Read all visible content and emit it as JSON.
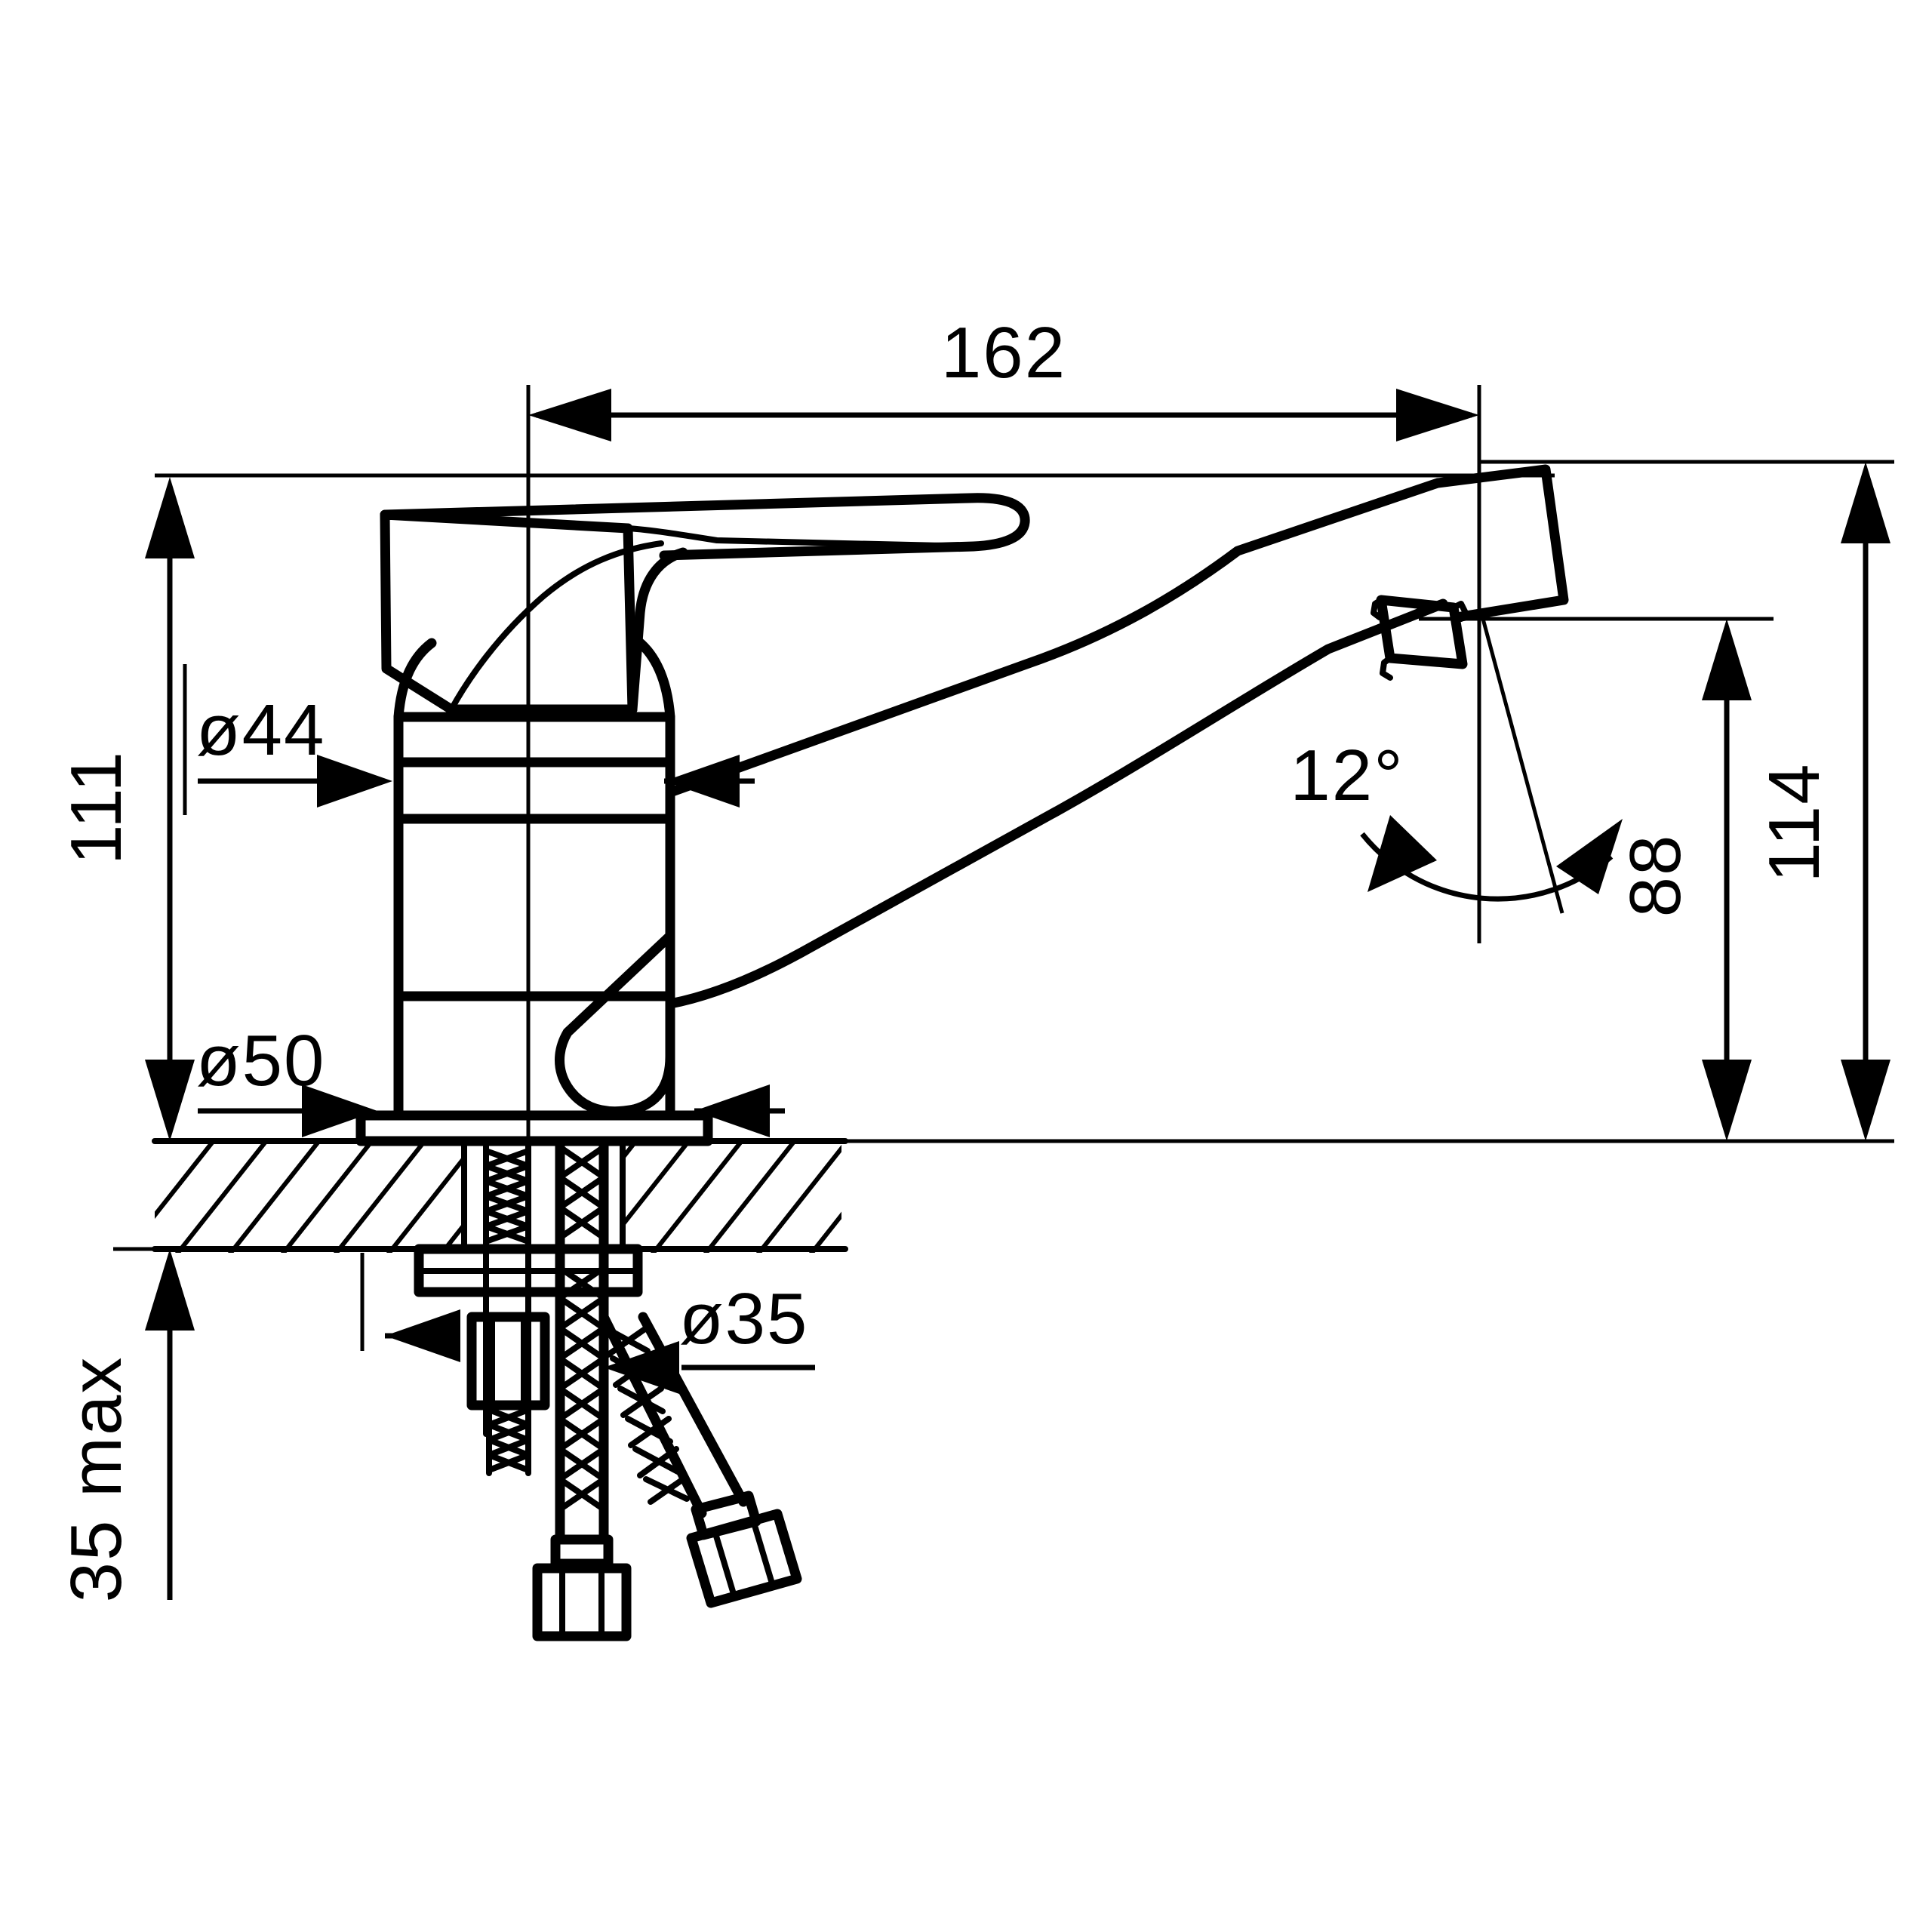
{
  "drawing": {
    "type": "technical-dimension-drawing",
    "subject": "single-lever kitchen/basin mixer tap, side elevation section",
    "units": "mm",
    "background_color": "#ffffff",
    "line_color": "#000000"
  },
  "dimensions": {
    "spout_reach": {
      "label": "162",
      "value": 162,
      "orientation": "horizontal",
      "position": "top"
    },
    "overall_height": {
      "label": "111",
      "value": 111,
      "orientation": "vertical-rotated",
      "position": "left"
    },
    "body_diameter": {
      "label": "ø44",
      "value": 44,
      "orientation": "horizontal",
      "position": "left-middle"
    },
    "base_diameter": {
      "label": "ø50",
      "value": 50,
      "orientation": "horizontal",
      "position": "left-lower"
    },
    "mounting_hole_diameter": {
      "label": "ø35",
      "value": 35,
      "orientation": "horizontal",
      "position": "below-counter"
    },
    "counter_thickness": {
      "label": "35 max",
      "value": 35,
      "orientation": "vertical-rotated",
      "position": "left-bottom"
    },
    "spout_outlet_height": {
      "label": "88",
      "value": 88,
      "orientation": "vertical-rotated",
      "position": "right-inner"
    },
    "spout_top_height": {
      "label": "114",
      "value": 114,
      "orientation": "vertical-rotated",
      "position": "right-outer"
    },
    "aerator_angle": {
      "label": "12°",
      "value": 12,
      "orientation": "angular",
      "position": "right-center"
    }
  },
  "symbols": {
    "diameter_sign": "ø",
    "degree_sign": "°",
    "max_qualifier": "max"
  }
}
